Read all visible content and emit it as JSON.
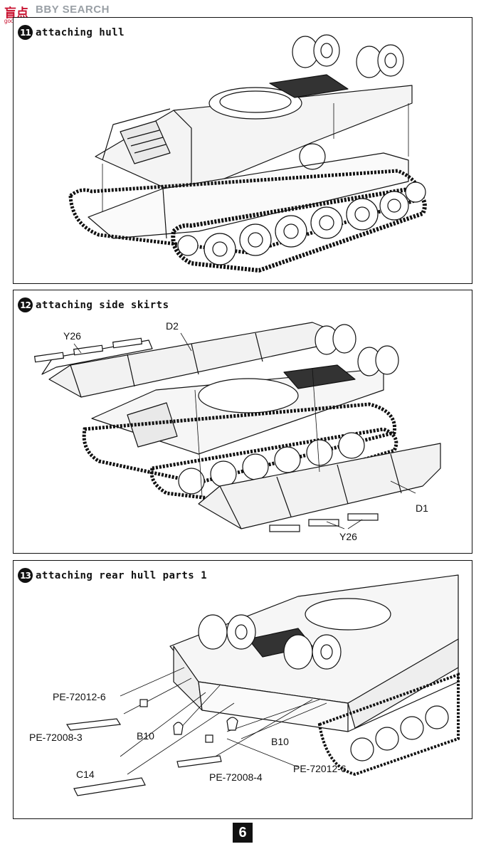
{
  "watermark": {
    "logo": "盲点",
    "brand": "BBY SEARCH",
    "url": "goo-shop.com"
  },
  "steps": [
    {
      "number": "11",
      "title": "attaching hull"
    },
    {
      "number": "12",
      "title": "attaching side skirts"
    },
    {
      "number": "13",
      "title": "attaching rear hull parts 1"
    }
  ],
  "labels": {
    "step12": {
      "y26_top": "Y26",
      "d2": "D2",
      "d1": "D1",
      "y26_bottom": "Y26"
    },
    "step13": {
      "pe_72012_6_left": "PE-72012-6",
      "pe_72008_3": "PE-72008-3",
      "b10_left": "B10",
      "c14": "C14",
      "b10_right": "B10",
      "pe_72012_6_right": "PE-72012-6",
      "pe_72008_4": "PE-72008-4"
    }
  },
  "page_number": "6"
}
